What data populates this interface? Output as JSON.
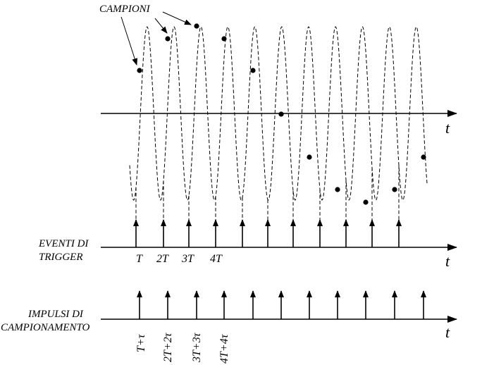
{
  "labels": {
    "campioni": "CAMPIONI",
    "eventi_line1": "EVENTI DI",
    "eventi_line2": "TRIGGER",
    "impulsi_line1": "IMPULSI DI",
    "impulsi_line2": "CAMPIONAMENTO",
    "axis_t_top": "t",
    "axis_t_mid": "t",
    "axis_t_bottom": "t"
  },
  "trigger_ticks": [
    "T",
    "2T",
    "3T",
    "4T"
  ],
  "sampling_ticks": [
    "T+τ",
    "2T+2τ",
    "3T+3τ",
    "4T+4τ"
  ],
  "colors": {
    "ink": "#000000",
    "background": "#ffffff"
  }
}
